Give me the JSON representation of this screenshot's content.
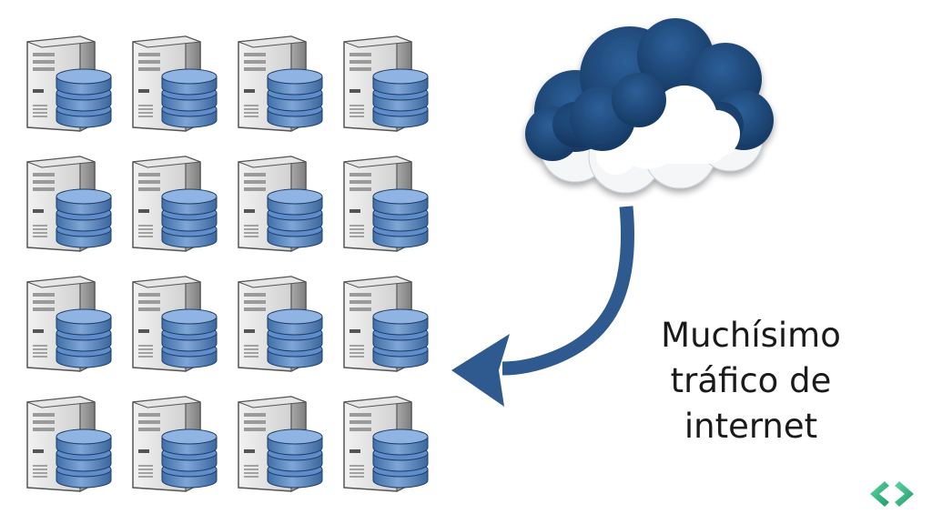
{
  "caption": {
    "line1": "Muchísimo",
    "line2": "tráfico de",
    "line3": "internet"
  },
  "servers": {
    "rows": 4,
    "columns": 4,
    "icon": "server-with-database-icon"
  },
  "cloud": {
    "icon": "cloud-icon"
  },
  "arrow": {
    "icon": "curved-arrow-icon"
  },
  "logo": {
    "icon": "code-brackets-logo-icon"
  },
  "colors": {
    "cloud_blue": "#1f4e84",
    "arrow_blue": "#2f5a8f",
    "database_blue": "#4f7fbd",
    "server_gray": "#cfcfcf",
    "logo_green": "#3fbf8a"
  }
}
